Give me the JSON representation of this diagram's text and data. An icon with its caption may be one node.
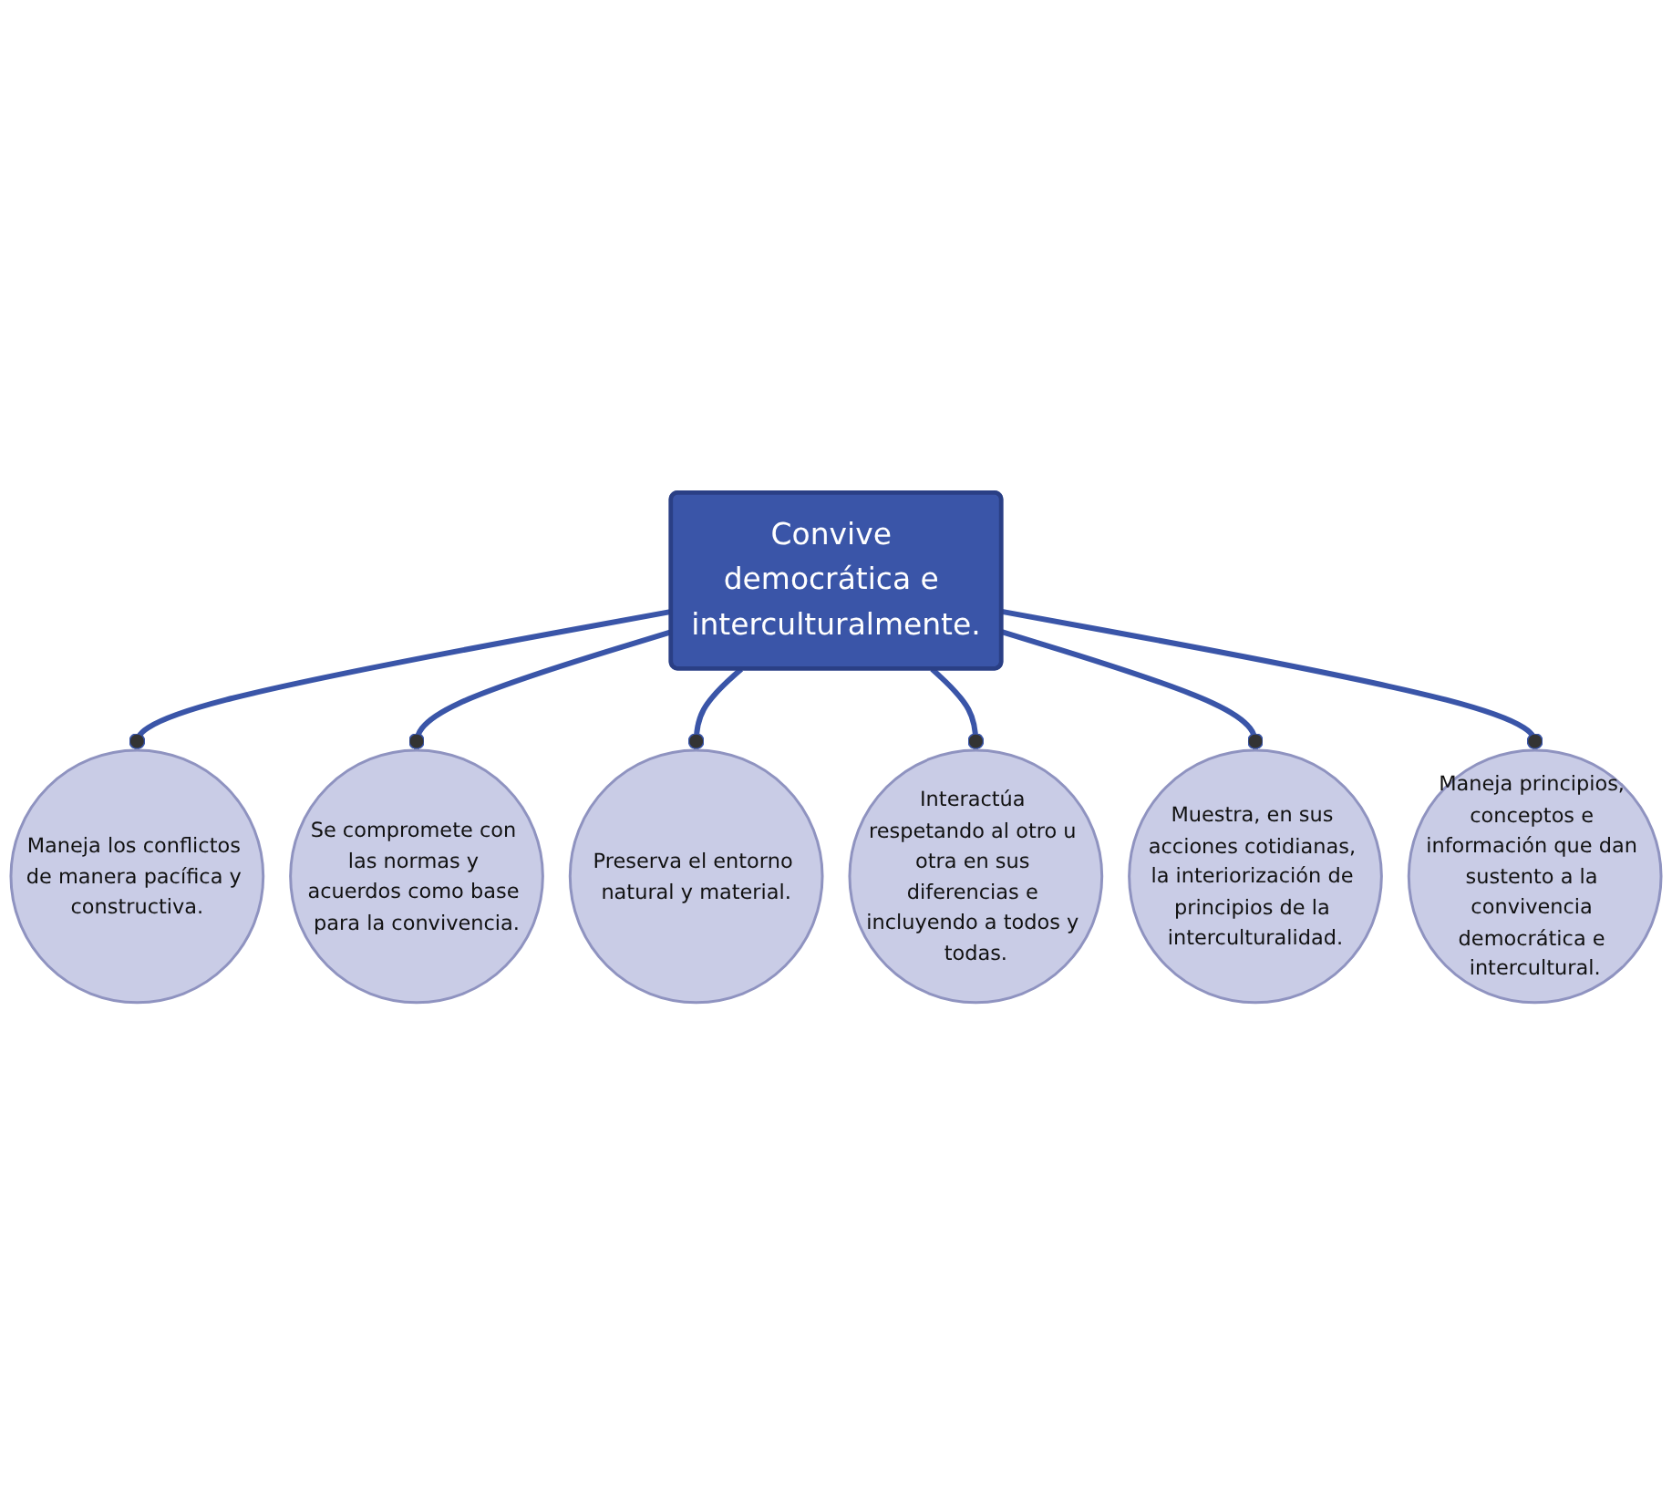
{
  "diagram": {
    "nodes": [
      {
        "text": [
          "Convive democrática e interculturalmente."
        ]
      },
      {
        "text": [
          "Maneja los conflictos de manera pacífica y constructiva."
        ]
      },
      {
        "text": [
          "Se compromete con las normas y acuerdos como base para la convivencia."
        ]
      },
      {
        "text": [
          "Preserva el entorno natural y material."
        ]
      },
      {
        "text": [
          "Interactúa respetando al otro u otra en sus diferencias e incluyendo a todos y todas."
        ]
      },
      {
        "text": [
          "Muestra, en sus acciones cotidianas, la interiorización de principios de la interculturalidad."
        ]
      },
      {
        "text": [
          "Maneja principios, conceptos e información que dan sustento a la convivencia democrática e intercultural."
        ]
      }
    ],
    "edges": [
      {
        "from": 0,
        "to": 1,
        "arrow": "other"
      },
      {
        "from": 0,
        "to": 2,
        "arrow": "other"
      },
      {
        "from": 0,
        "to": 3,
        "arrow": "other"
      },
      {
        "from": 0,
        "to": 4,
        "arrow": "other"
      },
      {
        "from": 0,
        "to": 5,
        "arrow": "other"
      },
      {
        "from": 0,
        "to": 6,
        "arrow": "other"
      }
    ]
  }
}
